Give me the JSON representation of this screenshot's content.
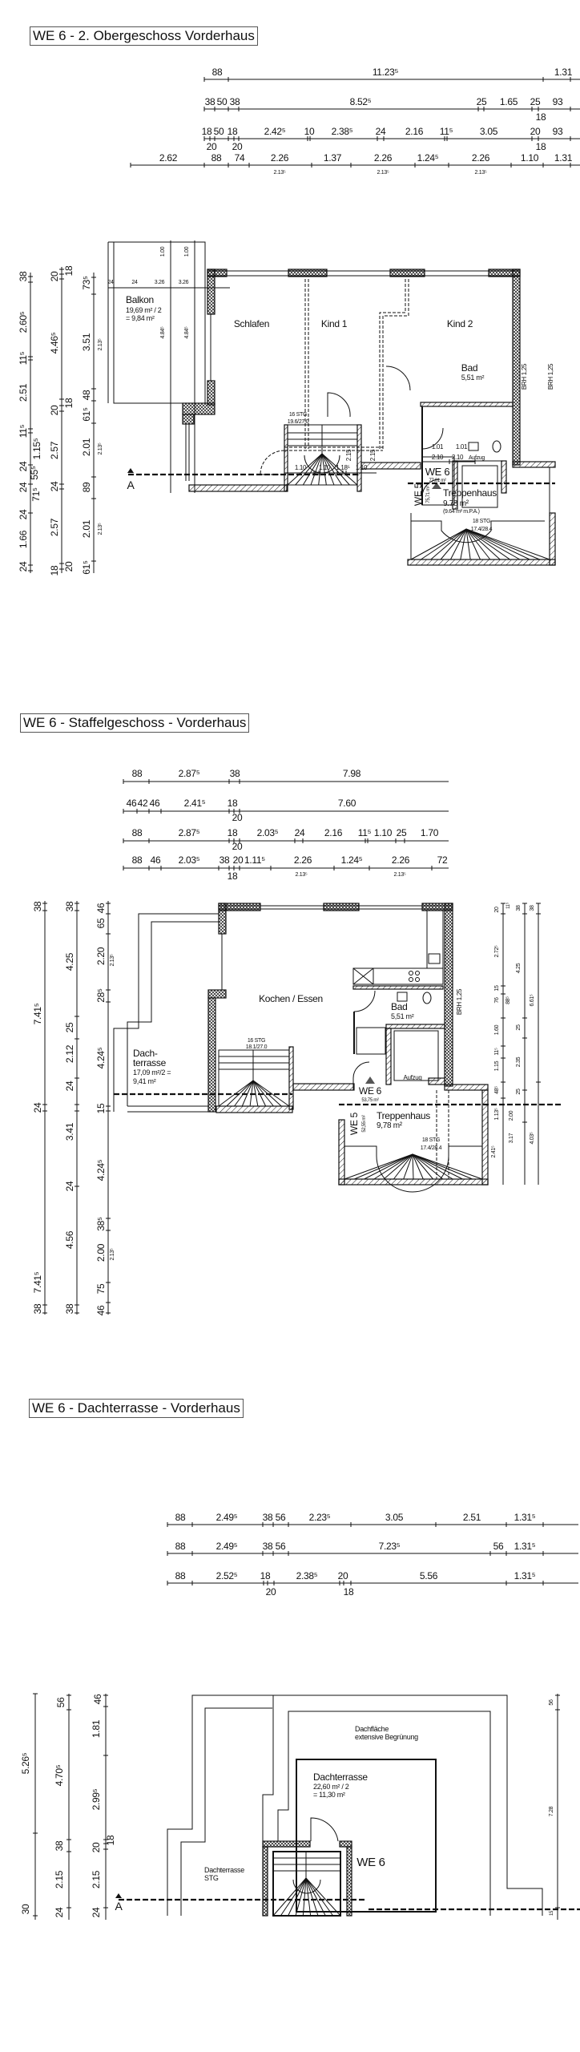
{
  "p1": {
    "title": "WE 6 - 2. Obergeschoss Vorderhaus",
    "h": {
      "r1": [
        "88",
        "11.23⁵",
        "1.31"
      ],
      "r2": [
        "38",
        "50",
        "38",
        "8.52⁵",
        "25",
        "1.65",
        "25",
        "93",
        "18"
      ],
      "r3": [
        "18",
        "50",
        "18",
        "2.42⁵",
        "10",
        "2.38⁵",
        "24",
        "2.16",
        "11⁵",
        "3.05",
        "20",
        "93",
        "20",
        "20",
        "18"
      ],
      "r4": [
        "2.62",
        "88",
        "74",
        "2.26",
        "1.37",
        "2.26",
        "1.24⁵",
        "2.26",
        "1.10",
        "1.31",
        "2.13⁵",
        "2.13⁵",
        "2.13⁵"
      ]
    },
    "v": {
      "c1": [
        "38",
        "2.60⁵",
        "11⁵",
        "2.51",
        "11⁵",
        "1.15⁵",
        "24",
        "55⁵",
        "24",
        "71⁵",
        "24",
        "1.66",
        "24"
      ],
      "c2": [
        "18",
        "20",
        "4.46⁵",
        "18",
        "20",
        "2.57",
        "24",
        "2.57",
        "20",
        "18"
      ],
      "c3": [
        "73⁵",
        "3.51",
        "2.13⁵",
        "48",
        "61⁵",
        "2.01",
        "2.13⁵",
        "89",
        "2.01",
        "2.13⁵",
        "61⁵"
      ]
    },
    "balkon_dims": [
      "24",
      "24",
      "3.26",
      "3.26",
      "1.00",
      "1.00",
      "4.84⁵",
      "4.84⁵"
    ],
    "rooms": {
      "balkon": [
        "Balkon",
        "19,69 m² / 2",
        "= 9,84 m²"
      ],
      "schlafen": "Schlafen",
      "kind1": "Kind 1",
      "kind2": "Kind 2",
      "bad": [
        "Bad",
        "5,51 m²"
      ],
      "brh": [
        "BRH 1,25",
        "BRH 1,25"
      ],
      "inner_dims": [
        "1.10",
        "1.10",
        "1.18⁵",
        "1.10",
        "2.15",
        "2.15",
        "1.01",
        "1.01",
        "2.10",
        "2.10",
        "Aufzug"
      ],
      "stair": [
        "16 STG",
        "19.6/27.0"
      ],
      "we6": [
        "WE 6",
        "77,01 m²"
      ],
      "we5": [
        "WE 5",
        "75,71 m²"
      ],
      "treppenhaus": [
        "Treppenhaus",
        "9.78 m²",
        "(9.64 m² m.P.A.)",
        "18 STG",
        "17.4/28.4"
      ],
      "section": "A"
    }
  },
  "p2": {
    "title": "WE 6 - Staffelgeschoss - Vorderhaus",
    "h": {
      "r1": [
        "88",
        "2.87⁵",
        "38",
        "7.98"
      ],
      "r2": [
        "46",
        "42",
        "46",
        "2.41⁵",
        "18",
        "7.60",
        "20"
      ],
      "r3": [
        "88",
        "2.87⁵",
        "18",
        "2.03⁵",
        "24",
        "2.16",
        "11⁵",
        "1.10",
        "25",
        "1.70",
        "20"
      ],
      "r4": [
        "88",
        "46",
        "2.03⁵",
        "38",
        "20",
        "1.11⁵",
        "2.26",
        "1.24⁵",
        "2.26",
        "72",
        "2.13⁵",
        "2.13⁵",
        "18"
      ]
    },
    "v": {
      "c1": [
        "38",
        "7.41⁵",
        "24",
        "7.41⁵",
        "38"
      ],
      "c2": [
        "38",
        "4.25",
        "25",
        "2.12",
        "24",
        "3.41",
        "24",
        "4.56",
        "38"
      ],
      "c3": [
        "46",
        "65",
        "2.20",
        "2.13⁵",
        "28⁵",
        "4.24⁵",
        "15",
        "4.24⁵",
        "38⁵",
        "2.00",
        "2.13⁵",
        "75",
        "46"
      ],
      "right": [
        "20",
        "2.72⁵",
        "15",
        "76",
        "1.60",
        "11⁵",
        "1.15",
        "48⁵",
        "1.13⁵",
        "2.41⁵",
        "11⁵",
        "88⁵",
        "2.00",
        "3.17",
        "38",
        "4.25",
        "25",
        "2.35",
        "25",
        "4.03⁵",
        "38",
        "6.61⁵"
      ]
    },
    "rooms": {
      "kochen": "Kochen / Essen",
      "bad": [
        "Bad",
        "5,51 m²"
      ],
      "brh": "BRH 1,25",
      "dachterrasse": [
        "Dach-",
        "terrasse",
        "17,09 m²/2 =",
        "9,41 m²"
      ],
      "stair": [
        "16 STG",
        "18.1/27.0"
      ],
      "aufzug": "Aufzug",
      "we6": [
        "WE 6",
        "53,75 m²"
      ],
      "we5": [
        "WE 5",
        "52,55 m²"
      ],
      "treppenhaus": [
        "Treppenhaus",
        "9,78 m²",
        "18 STG",
        "17.4/28.4"
      ]
    }
  },
  "p3": {
    "title": "WE 6 - Dachterrasse - Vorderhaus",
    "h": {
      "r1": [
        "88",
        "2.49⁵",
        "38",
        "56",
        "2.23⁵",
        "3.05",
        "2.51",
        "1.31⁵"
      ],
      "r2": [
        "88",
        "2.49⁵",
        "38",
        "56",
        "7.23⁵",
        "56",
        "1.31⁵"
      ],
      "r3": [
        "88",
        "2.52⁵",
        "18",
        "2.38⁵",
        "20",
        "5.56",
        "1.31⁵",
        "20",
        "18"
      ]
    },
    "v": {
      "c1": [
        "5.26⁵",
        "30"
      ],
      "c2": [
        "56",
        "4.70⁵",
        "38",
        "2.15",
        "24"
      ],
      "c3": [
        "46",
        "1.81",
        "2.99⁵",
        "18",
        "20",
        "2.15",
        "24"
      ],
      "right": [
        "56",
        "7.28",
        "15"
      ]
    },
    "rooms": {
      "dachflaeche": [
        "Dachfläche",
        "extensive Begrünung"
      ],
      "dachterrasse": [
        "Dachterrasse",
        "22,60 m² / 2",
        "= 11,30 m²"
      ],
      "we6": "WE 6",
      "terrasse_stg": [
        "Dachterrasse",
        "STG"
      ],
      "section": "A"
    }
  }
}
